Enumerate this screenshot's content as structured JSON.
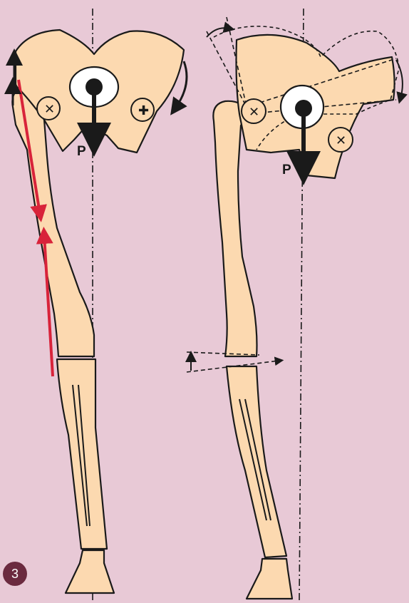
{
  "figure": {
    "number": "3"
  },
  "labels": {
    "left_p": "P",
    "right_p": "P"
  },
  "colors": {
    "background": "#e8c9d6",
    "bone_fill": "#fcd9b0",
    "outline": "#1a1a1a",
    "muscle_arrow": "#d8233a",
    "badge": "#6b2a3f",
    "joint_white": "#ffffff"
  },
  "diagram": {
    "panels": [
      "pelvis-femur-tibia-balanced",
      "pelvis-femur-tibia-tilted"
    ],
    "annotations": [
      "load-arrow-P",
      "pelvic-rotation-arrow",
      "muscle-tension-arrows",
      "tilt-angle-arrow"
    ]
  }
}
